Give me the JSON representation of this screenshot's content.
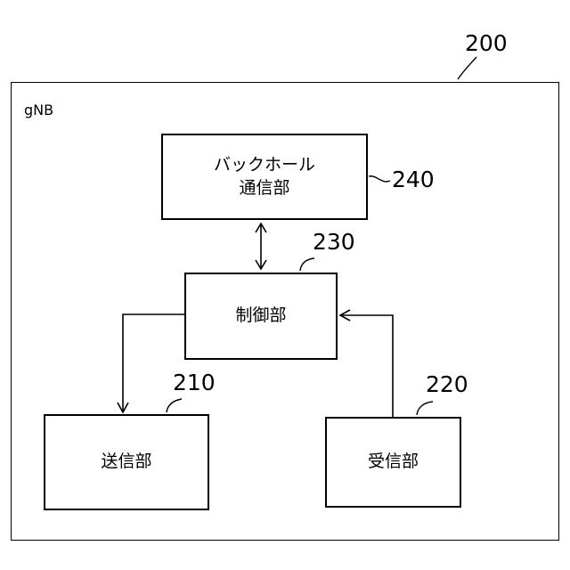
{
  "figure": {
    "outer_reference": "200",
    "system_label": "gNB"
  },
  "blocks": {
    "backhaul": {
      "label": "バックホール\n通信部",
      "reference": "240"
    },
    "control": {
      "label": "制御部",
      "reference": "230"
    },
    "transmit": {
      "label": "送信部",
      "reference": "210"
    },
    "receive": {
      "label": "受信部",
      "reference": "220"
    }
  }
}
